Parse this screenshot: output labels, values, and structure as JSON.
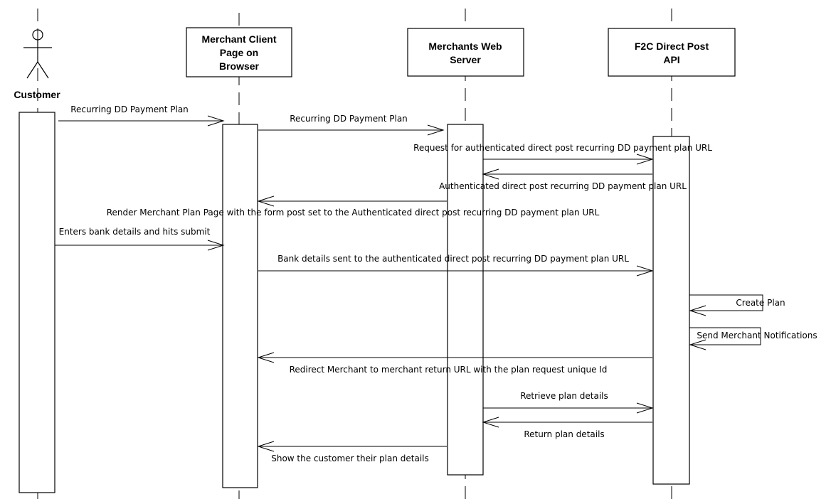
{
  "participants": {
    "customer": {
      "name": "Customer"
    },
    "client": {
      "lines": [
        "Merchant Client",
        "Page on",
        "Browser"
      ]
    },
    "server": {
      "lines": [
        "Merchants Web",
        "Server"
      ]
    },
    "api": {
      "lines": [
        "F2C Direct Post",
        "API"
      ]
    }
  },
  "messages": [
    {
      "from": "customer",
      "to": "client",
      "label": "Recurring DD Payment Plan"
    },
    {
      "from": "client",
      "to": "server",
      "label": "Recurring DD Payment Plan"
    },
    {
      "from": "server",
      "to": "api",
      "label": "Request for authenticated direct post recurring DD payment plan URL"
    },
    {
      "from": "api",
      "to": "server",
      "label": "Authenticated direct post recurring DD payment plan URL"
    },
    {
      "from": "server",
      "to": "client",
      "label": "Render Merchant Plan Page with the form post set to the Authenticated direct post recurring DD payment plan URL"
    },
    {
      "from": "customer",
      "to": "client",
      "label": "Enters bank details and hits submit"
    },
    {
      "from": "client",
      "to": "api",
      "label": "Bank details sent to the authenticated direct post recurring DD payment plan URL"
    },
    {
      "from": "api",
      "to": "api",
      "label": "Create Plan"
    },
    {
      "from": "api",
      "to": "api",
      "label": "Send Merchant Notifications"
    },
    {
      "from": "api",
      "to": "client",
      "label": "Redirect Merchant to merchant return URL with the plan request unique Id"
    },
    {
      "from": "server",
      "to": "api",
      "label": "Retrieve plan details"
    },
    {
      "from": "api",
      "to": "server",
      "label": "Return plan details"
    },
    {
      "from": "server",
      "to": "client",
      "label": "Show the customer their plan details"
    }
  ]
}
